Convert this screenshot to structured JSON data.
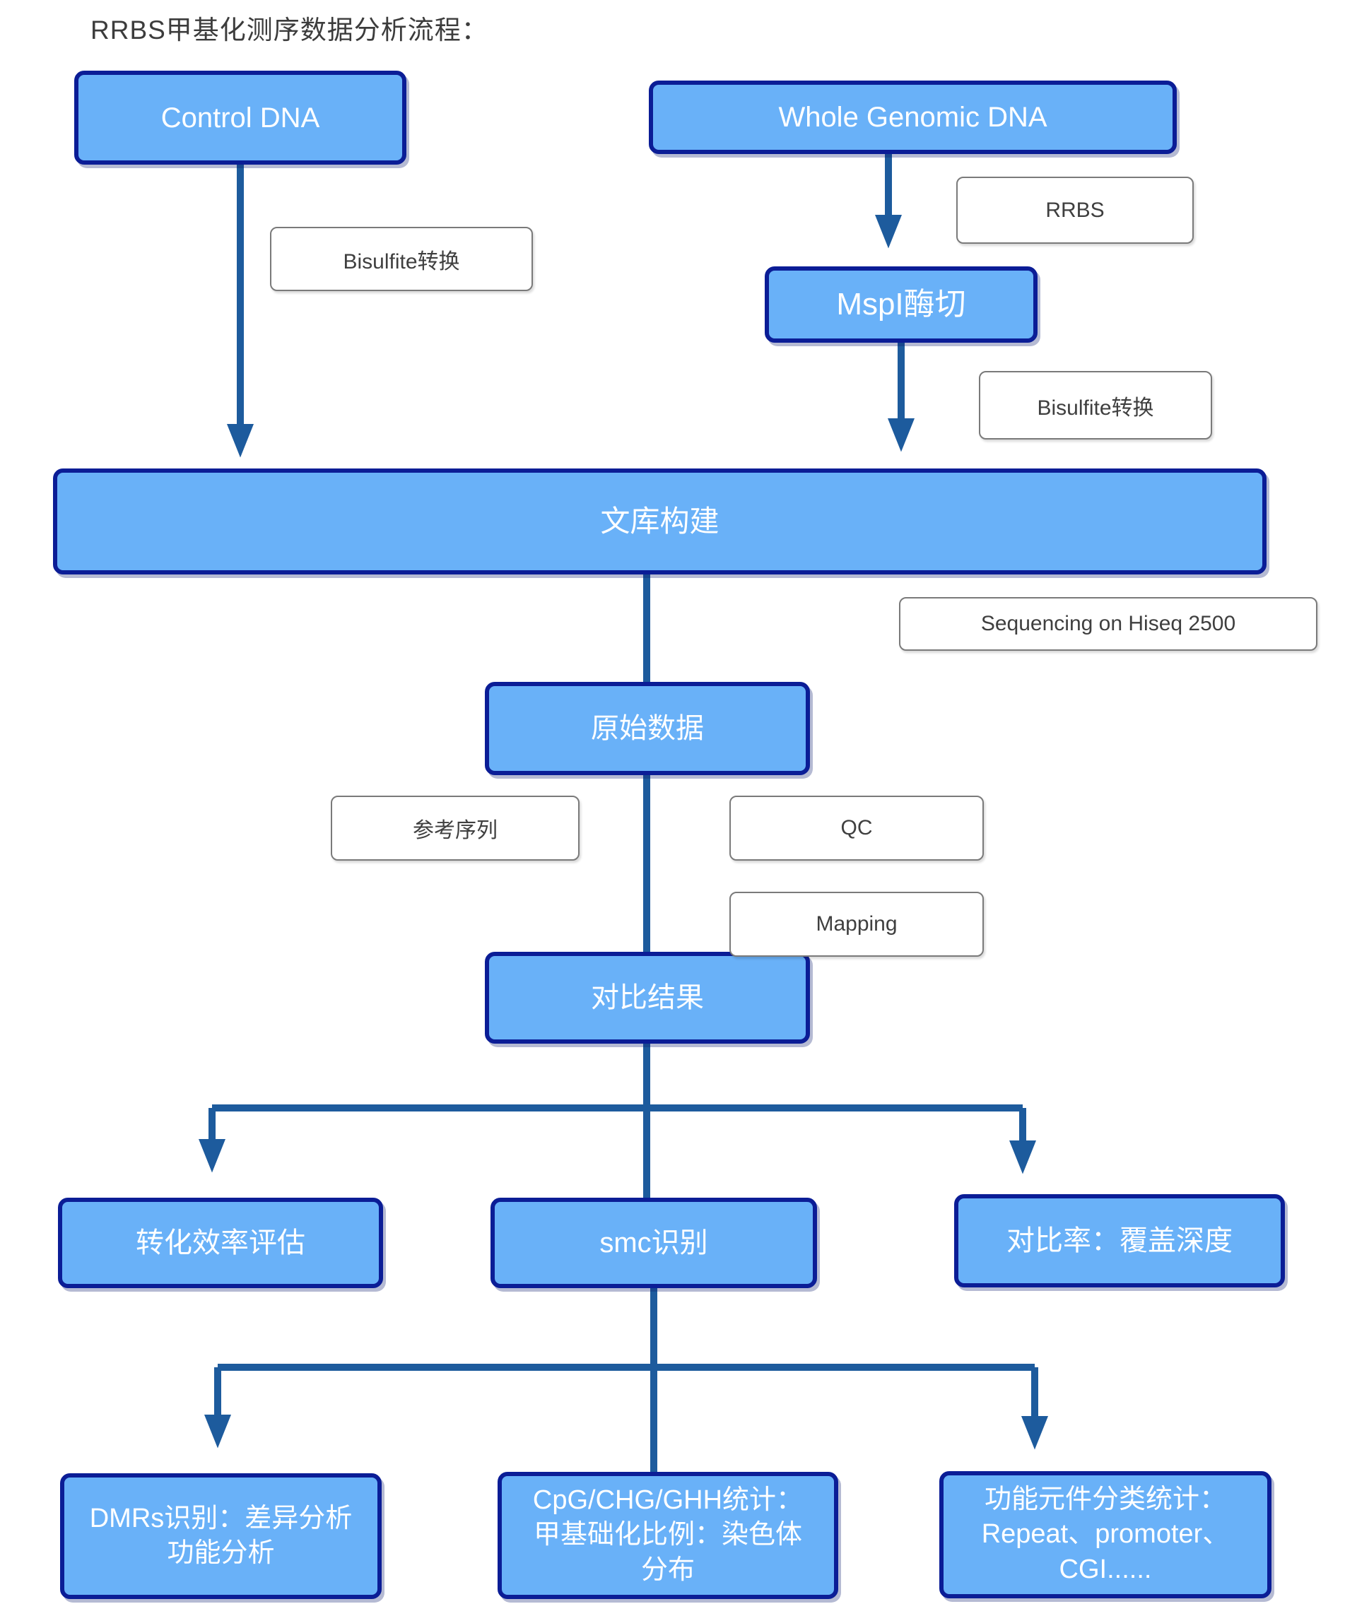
{
  "title": "RRBS甲基化测序数据分析流程：",
  "flowchart": {
    "process_nodes": [
      {
        "id": "control-dna",
        "label": "Control DNA"
      },
      {
        "id": "whole-genomic-dna",
        "label": "Whole Genomic DNA"
      },
      {
        "id": "mspi-digestion",
        "label": "MspI酶切"
      },
      {
        "id": "library-construction",
        "label": "文库构建"
      },
      {
        "id": "raw-data",
        "label": "原始数据"
      },
      {
        "id": "alignment-result",
        "label": "对比结果"
      },
      {
        "id": "conversion-efficiency",
        "label": "转化效率评估"
      },
      {
        "id": "smc-identification",
        "label": "smc识别"
      },
      {
        "id": "alignment-rate-coverage",
        "label": "对比率：覆盖深度"
      },
      {
        "id": "dmrs-identification",
        "label": "DMRs识别：差异分析\n功能分析"
      },
      {
        "id": "cpg-chg-ghh-stats",
        "label": "CpG/CHG/GHH统计：\n甲基础化比例：染色体\n分布"
      },
      {
        "id": "functional-elements",
        "label": "功能元件分类统计：\nRepeat、promoter、\nCGI......"
      }
    ],
    "step_labels": [
      {
        "id": "bisulfite-left",
        "label": "Bisulfite转换"
      },
      {
        "id": "rrbs",
        "label": "RRBS"
      },
      {
        "id": "bisulfite-right",
        "label": "Bisulfite转换"
      },
      {
        "id": "sequencing",
        "label": "Sequencing on Hiseq 2500"
      },
      {
        "id": "reference",
        "label": "参考序列"
      },
      {
        "id": "qc",
        "label": "QC"
      },
      {
        "id": "mapping",
        "label": "Mapping"
      }
    ],
    "colors": {
      "node_fill": "#69b1f8",
      "node_border": "#0b1d96",
      "node_text": "#ffffff",
      "arrow": "#1d5b9d",
      "label_border": "#7a7a7a",
      "label_text": "#3f3f3f",
      "title_text": "#3c3c3c",
      "background": "#ffffff"
    }
  }
}
